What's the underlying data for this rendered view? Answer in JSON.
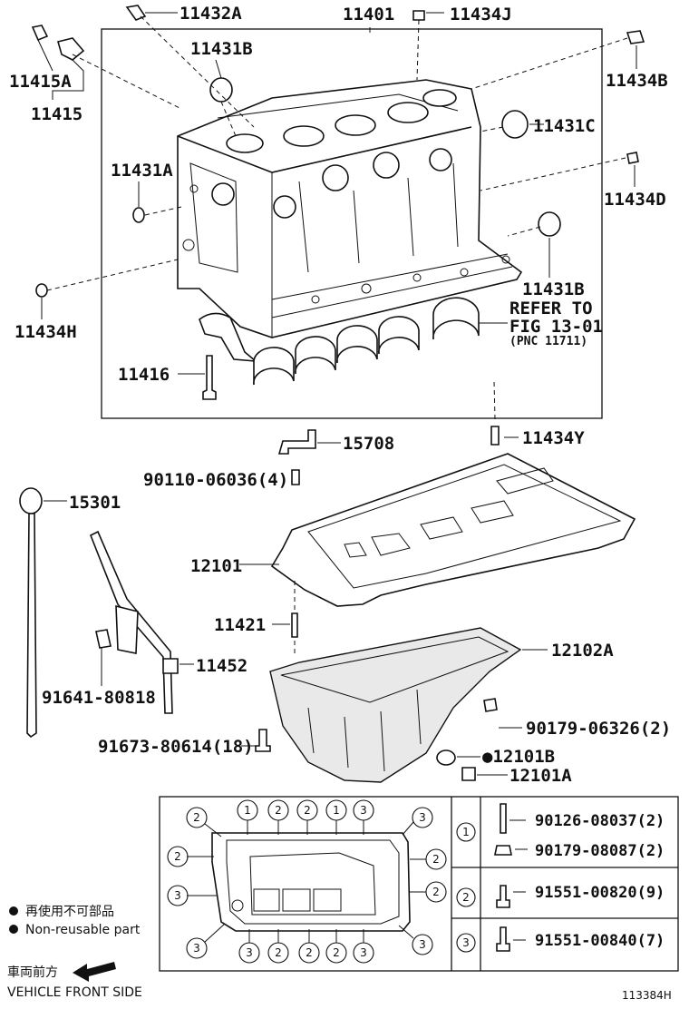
{
  "parts": {
    "p11432A": "11432A",
    "p11401": "11401",
    "p11434J": "11434J",
    "p11431B_top": "11431B",
    "p11415A": "11415A",
    "p11415": "11415",
    "p11434B": "11434B",
    "p11431C": "11431C",
    "p11431A": "11431A",
    "p11434D": "11434D",
    "p11431B_right": "11431B",
    "p11434H": "11434H",
    "p11416": "11416",
    "p11434Y": "11434Y",
    "p15708": "15708",
    "p90110": "90110-06036(4)",
    "p15301": "15301",
    "p12101": "12101",
    "p11421": "11421",
    "p12102A": "12102A",
    "p11452": "11452",
    "p91641": "91641-80818",
    "p90179_06326": "90179-06326(2)",
    "p91673": "91673-80614(18)",
    "p12101B": "●12101B",
    "p12101A": "12101A"
  },
  "reference": {
    "line1": "REFER TO",
    "line2": "FIG 13-01",
    "line3": "(PNC 11711)"
  },
  "bolt_table": {
    "rows": [
      {
        "key": "1",
        "items": [
          "90126-08037(2)",
          "90179-08087(2)"
        ]
      },
      {
        "key": "2",
        "items": [
          "91551-00820(9)"
        ]
      },
      {
        "key": "3",
        "items": [
          "91551-00840(7)"
        ]
      }
    ]
  },
  "pan_callouts": {
    "top": [
      "2",
      "1",
      "2",
      "2",
      "1",
      "3",
      "3"
    ],
    "bottom": [
      "3",
      "3",
      "2",
      "2",
      "2",
      "3",
      "3"
    ],
    "left": [
      "2",
      "2",
      "3"
    ],
    "right": [
      "2",
      "2"
    ]
  },
  "legend": {
    "nonreusable_jp": "再使用不可部品",
    "nonreusable_en": "Non-reusable part",
    "front_jp": "車両前方",
    "front_en": "VEHICLE FRONT SIDE"
  },
  "figure_id": "113384H"
}
